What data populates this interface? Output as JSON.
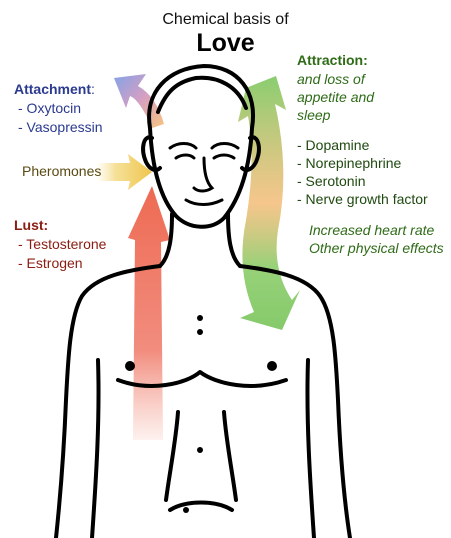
{
  "title": {
    "top": "Chemical basis of",
    "main": "Love"
  },
  "attachment": {
    "heading": "Attachment",
    "colon": ":",
    "items": [
      "- Oxytocin",
      "- Vasopressin"
    ],
    "color": "#2b3a8f"
  },
  "pheromones": {
    "label": "Pheromones",
    "color": "#e8c64a"
  },
  "lust": {
    "heading": "Lust:",
    "items": [
      "- Testosterone",
      "- Estrogen"
    ],
    "color": "#8a1c12"
  },
  "attraction": {
    "heading": "Attraction:",
    "subtitle": [
      "and loss of",
      "appetite and",
      "sleep"
    ],
    "chemicals": [
      "- Dopamine",
      "- Norepinephrine",
      "- Serotonin",
      "- Nerve growth factor"
    ],
    "effects": [
      "Increased heart rate",
      "Other physical effects"
    ],
    "color": "#2e6b17"
  }
}
